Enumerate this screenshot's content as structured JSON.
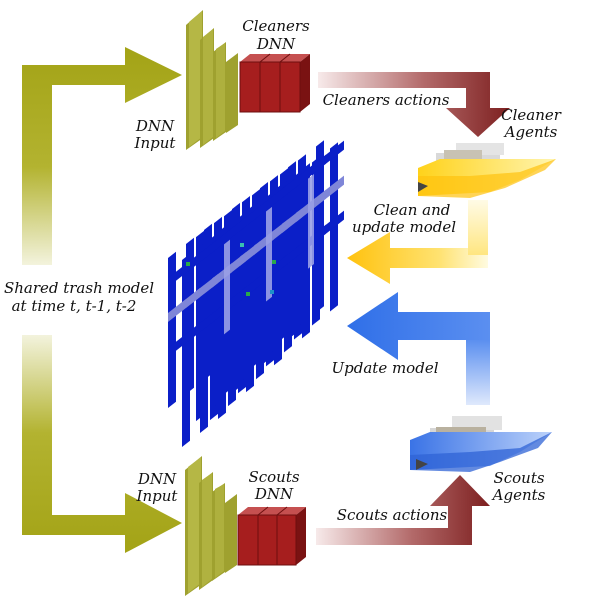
{
  "labels": {
    "cleaners_dnn_line1": "Cleaners",
    "cleaners_dnn_line2": "DNN",
    "dnn_input_top_line1": "DNN",
    "dnn_input_top_line2": "Input",
    "cleaners_actions": "Cleaners actions",
    "cleaner_agents_line1": "Cleaner",
    "cleaner_agents_line2": "Agents",
    "clean_update_line1": "Clean and",
    "clean_update_line2": "update model",
    "shared_model_line1": "Shared trash model",
    "shared_model_line2": "at time t, t-1, t-2",
    "update_model": "Update model",
    "dnn_input_bottom_line1": "DNN",
    "dnn_input_bottom_line2": "Input",
    "scouts_dnn_line1": "Scouts",
    "scouts_dnn_line2": "DNN",
    "scouts_actions": "Scouts actions",
    "scouts_agents_line1": "Scouts",
    "scouts_agents_line2": "Agents"
  },
  "colors": {
    "olive": "#a3a316",
    "olive_light": "#e7e7c3",
    "maroon": "#7d1f1f",
    "maroon_light": "#f2e2e2",
    "dnn_red": "#9e1b1b",
    "input_layer": "#a6a83a",
    "yellow": "#ffc20e",
    "blue": "#2f6fe8",
    "grid_blue": "#0b1fc8",
    "boat_yellow": "#ffd81f",
    "boat_blue": "#3a73e6"
  }
}
